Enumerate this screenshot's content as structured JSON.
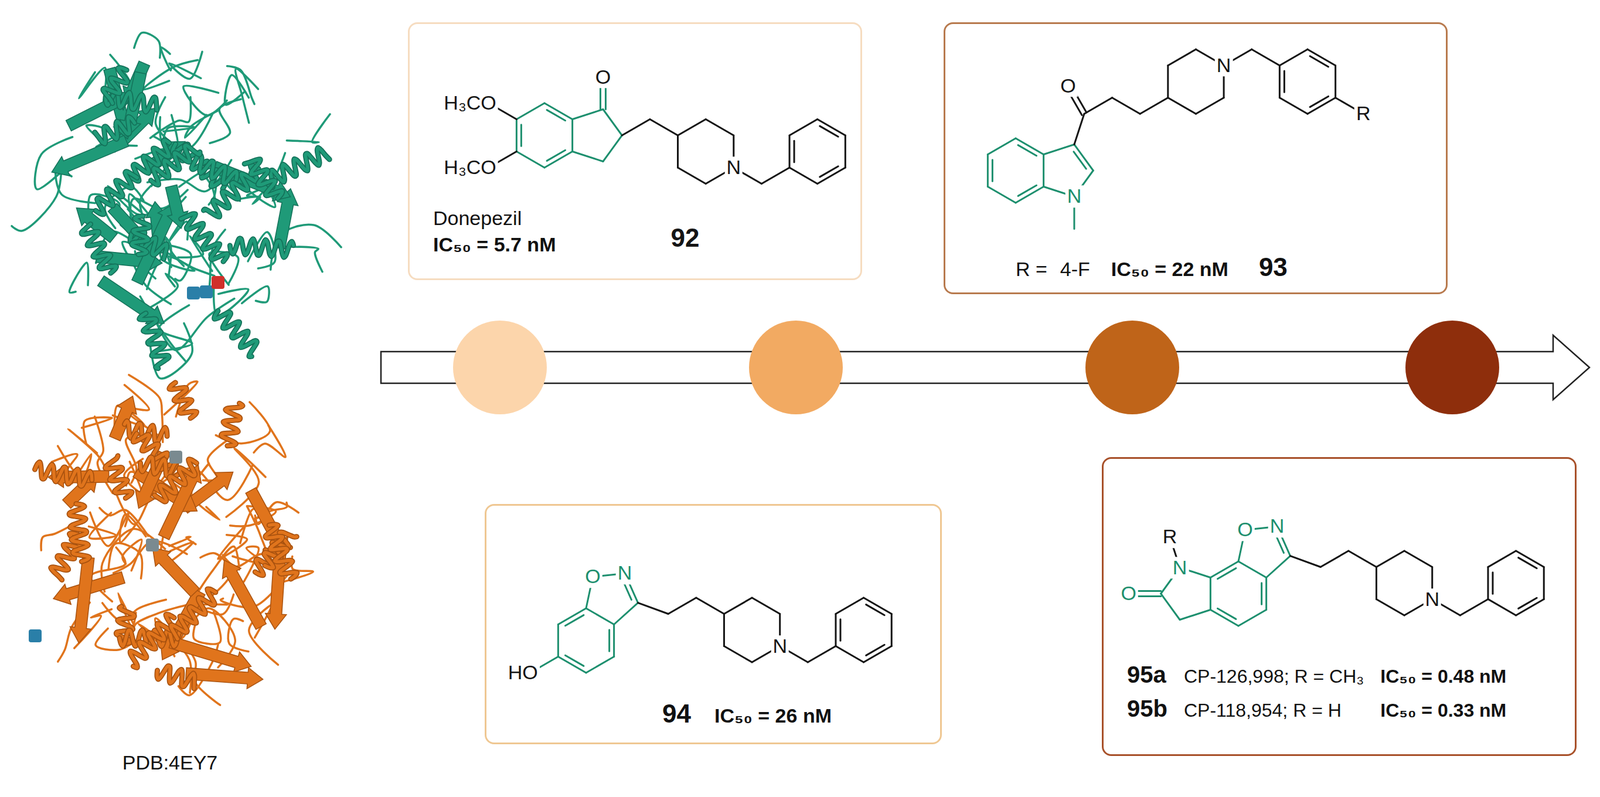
{
  "diagram": {
    "nodes": [
      {
        "text": [
          "O",
          "H₃CO",
          "H₃CO",
          "N",
          "Donepezil",
          "IC₅₀ = 5.7 nM",
          "92"
        ]
      },
      {
        "text": [
          "O",
          "N",
          "N",
          "R",
          "R =",
          "4-F",
          "IC₅₀ = 22 nM",
          "93"
        ]
      },
      {
        "text": [
          "O",
          "N",
          "N",
          "HO",
          "94",
          "IC₅₀ = 26 nM"
        ]
      },
      {
        "text": [
          "O",
          "N",
          "R",
          "N",
          "O",
          "N",
          "95a",
          "CP-126,998; R = CH₃",
          "IC₅₀ = 0.48 nM",
          "95b",
          "CP-118,954; R = H",
          "IC₅₀ = 0.33 nM"
        ]
      }
    ],
    "labels": [
      "PDB:4EY7"
    ]
  }
}
